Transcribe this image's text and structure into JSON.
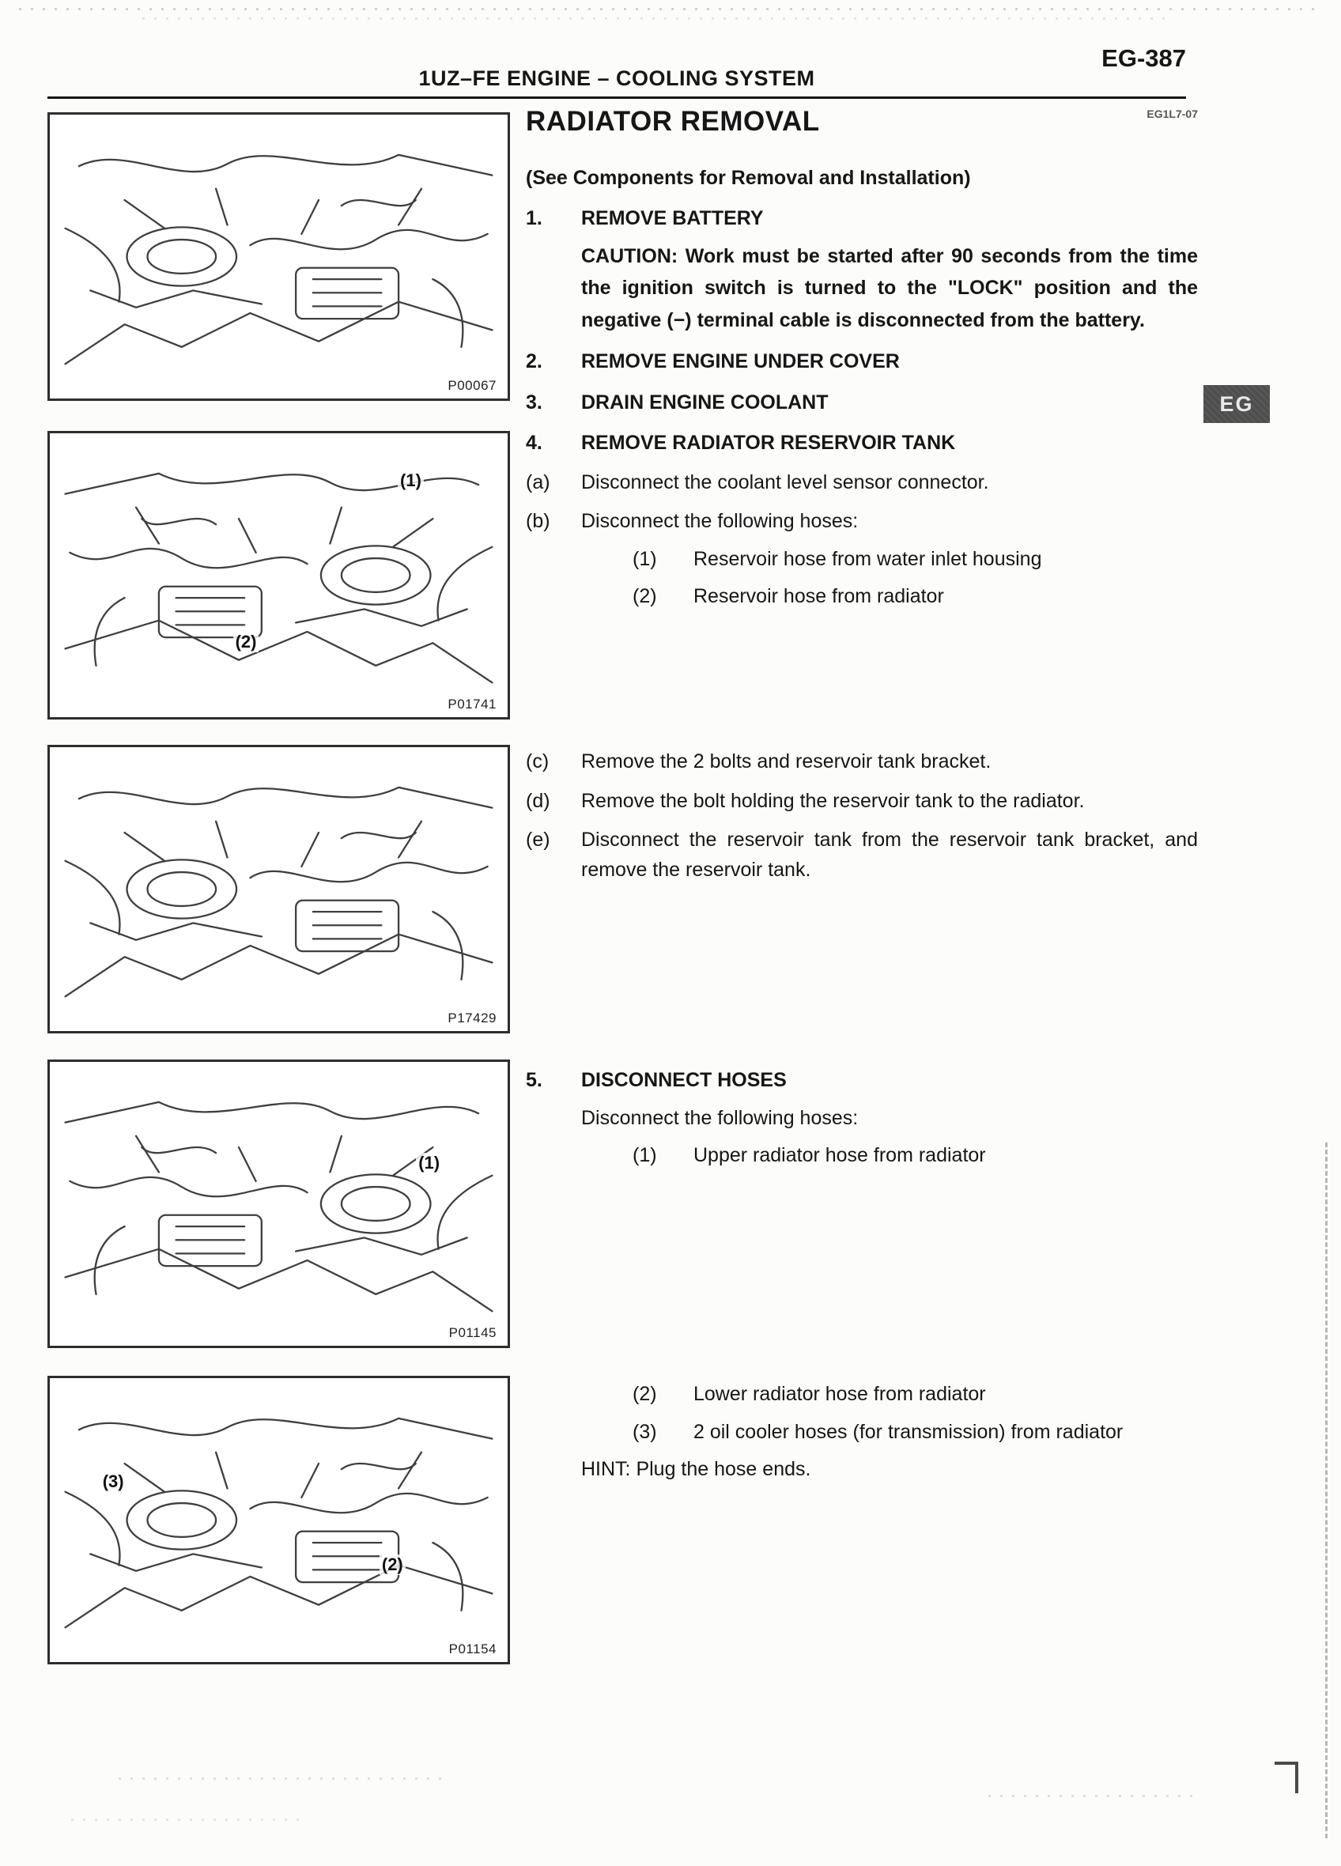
{
  "header": {
    "title": "1UZ–FE ENGINE  –  COOLING SYSTEM",
    "page_number": "EG-387"
  },
  "side_tab": {
    "label": "EG"
  },
  "content": {
    "title": "RADIATOR REMOVAL",
    "code": "EG1L7-07",
    "see_note": "(See Components for Removal and Installation)",
    "step1": {
      "num": "1.",
      "title": "REMOVE BATTERY",
      "caution": "CAUTION: Work must be started after 90 seconds from the time the ignition switch is turned to the \"LOCK\" position and the negative (−) terminal cable is disconnected from the battery."
    },
    "step2": {
      "num": "2.",
      "title": "REMOVE ENGINE UNDER COVER"
    },
    "step3": {
      "num": "3.",
      "title": "DRAIN ENGINE COOLANT"
    },
    "step4": {
      "num": "4.",
      "title": "REMOVE RADIATOR RESERVOIR TANK",
      "a_marker": "(a)",
      "a": "Disconnect the coolant level sensor connector.",
      "b_marker": "(b)",
      "b": "Disconnect the following hoses:",
      "b1_marker": "(1)",
      "b1": "Reservoir hose from water inlet housing",
      "b2_marker": "(2)",
      "b2": "Reservoir hose from radiator",
      "c_marker": "(c)",
      "c": "Remove the 2 bolts and reservoir tank bracket.",
      "d_marker": "(d)",
      "d": "Remove the bolt holding the reservoir tank to the radiator.",
      "e_marker": "(e)",
      "e": "Disconnect the reservoir tank from the reservoir tank bracket, and remove the reservoir tank."
    },
    "step5": {
      "num": "5.",
      "title": "DISCONNECT HOSES",
      "intro": "Disconnect the following hoses:",
      "h1_marker": "(1)",
      "h1": "Upper radiator hose from radiator",
      "h2_marker": "(2)",
      "h2": "Lower radiator hose from radiator",
      "h3_marker": "(3)",
      "h3": "2 oil cooler hoses (for transmission) from radiator",
      "hint": "HINT: Plug the hose ends."
    }
  },
  "figures": [
    {
      "code": "P00067",
      "callouts": []
    },
    {
      "code": "P01741",
      "callouts": [
        {
          "label": "(1)"
        },
        {
          "label": "(2)"
        }
      ]
    },
    {
      "code": "P17429",
      "callouts": []
    },
    {
      "code": "P01145",
      "callouts": [
        {
          "label": "(1)"
        }
      ]
    },
    {
      "code": "P01154",
      "callouts": [
        {
          "label": "(3)"
        },
        {
          "label": "(2)"
        }
      ]
    }
  ]
}
